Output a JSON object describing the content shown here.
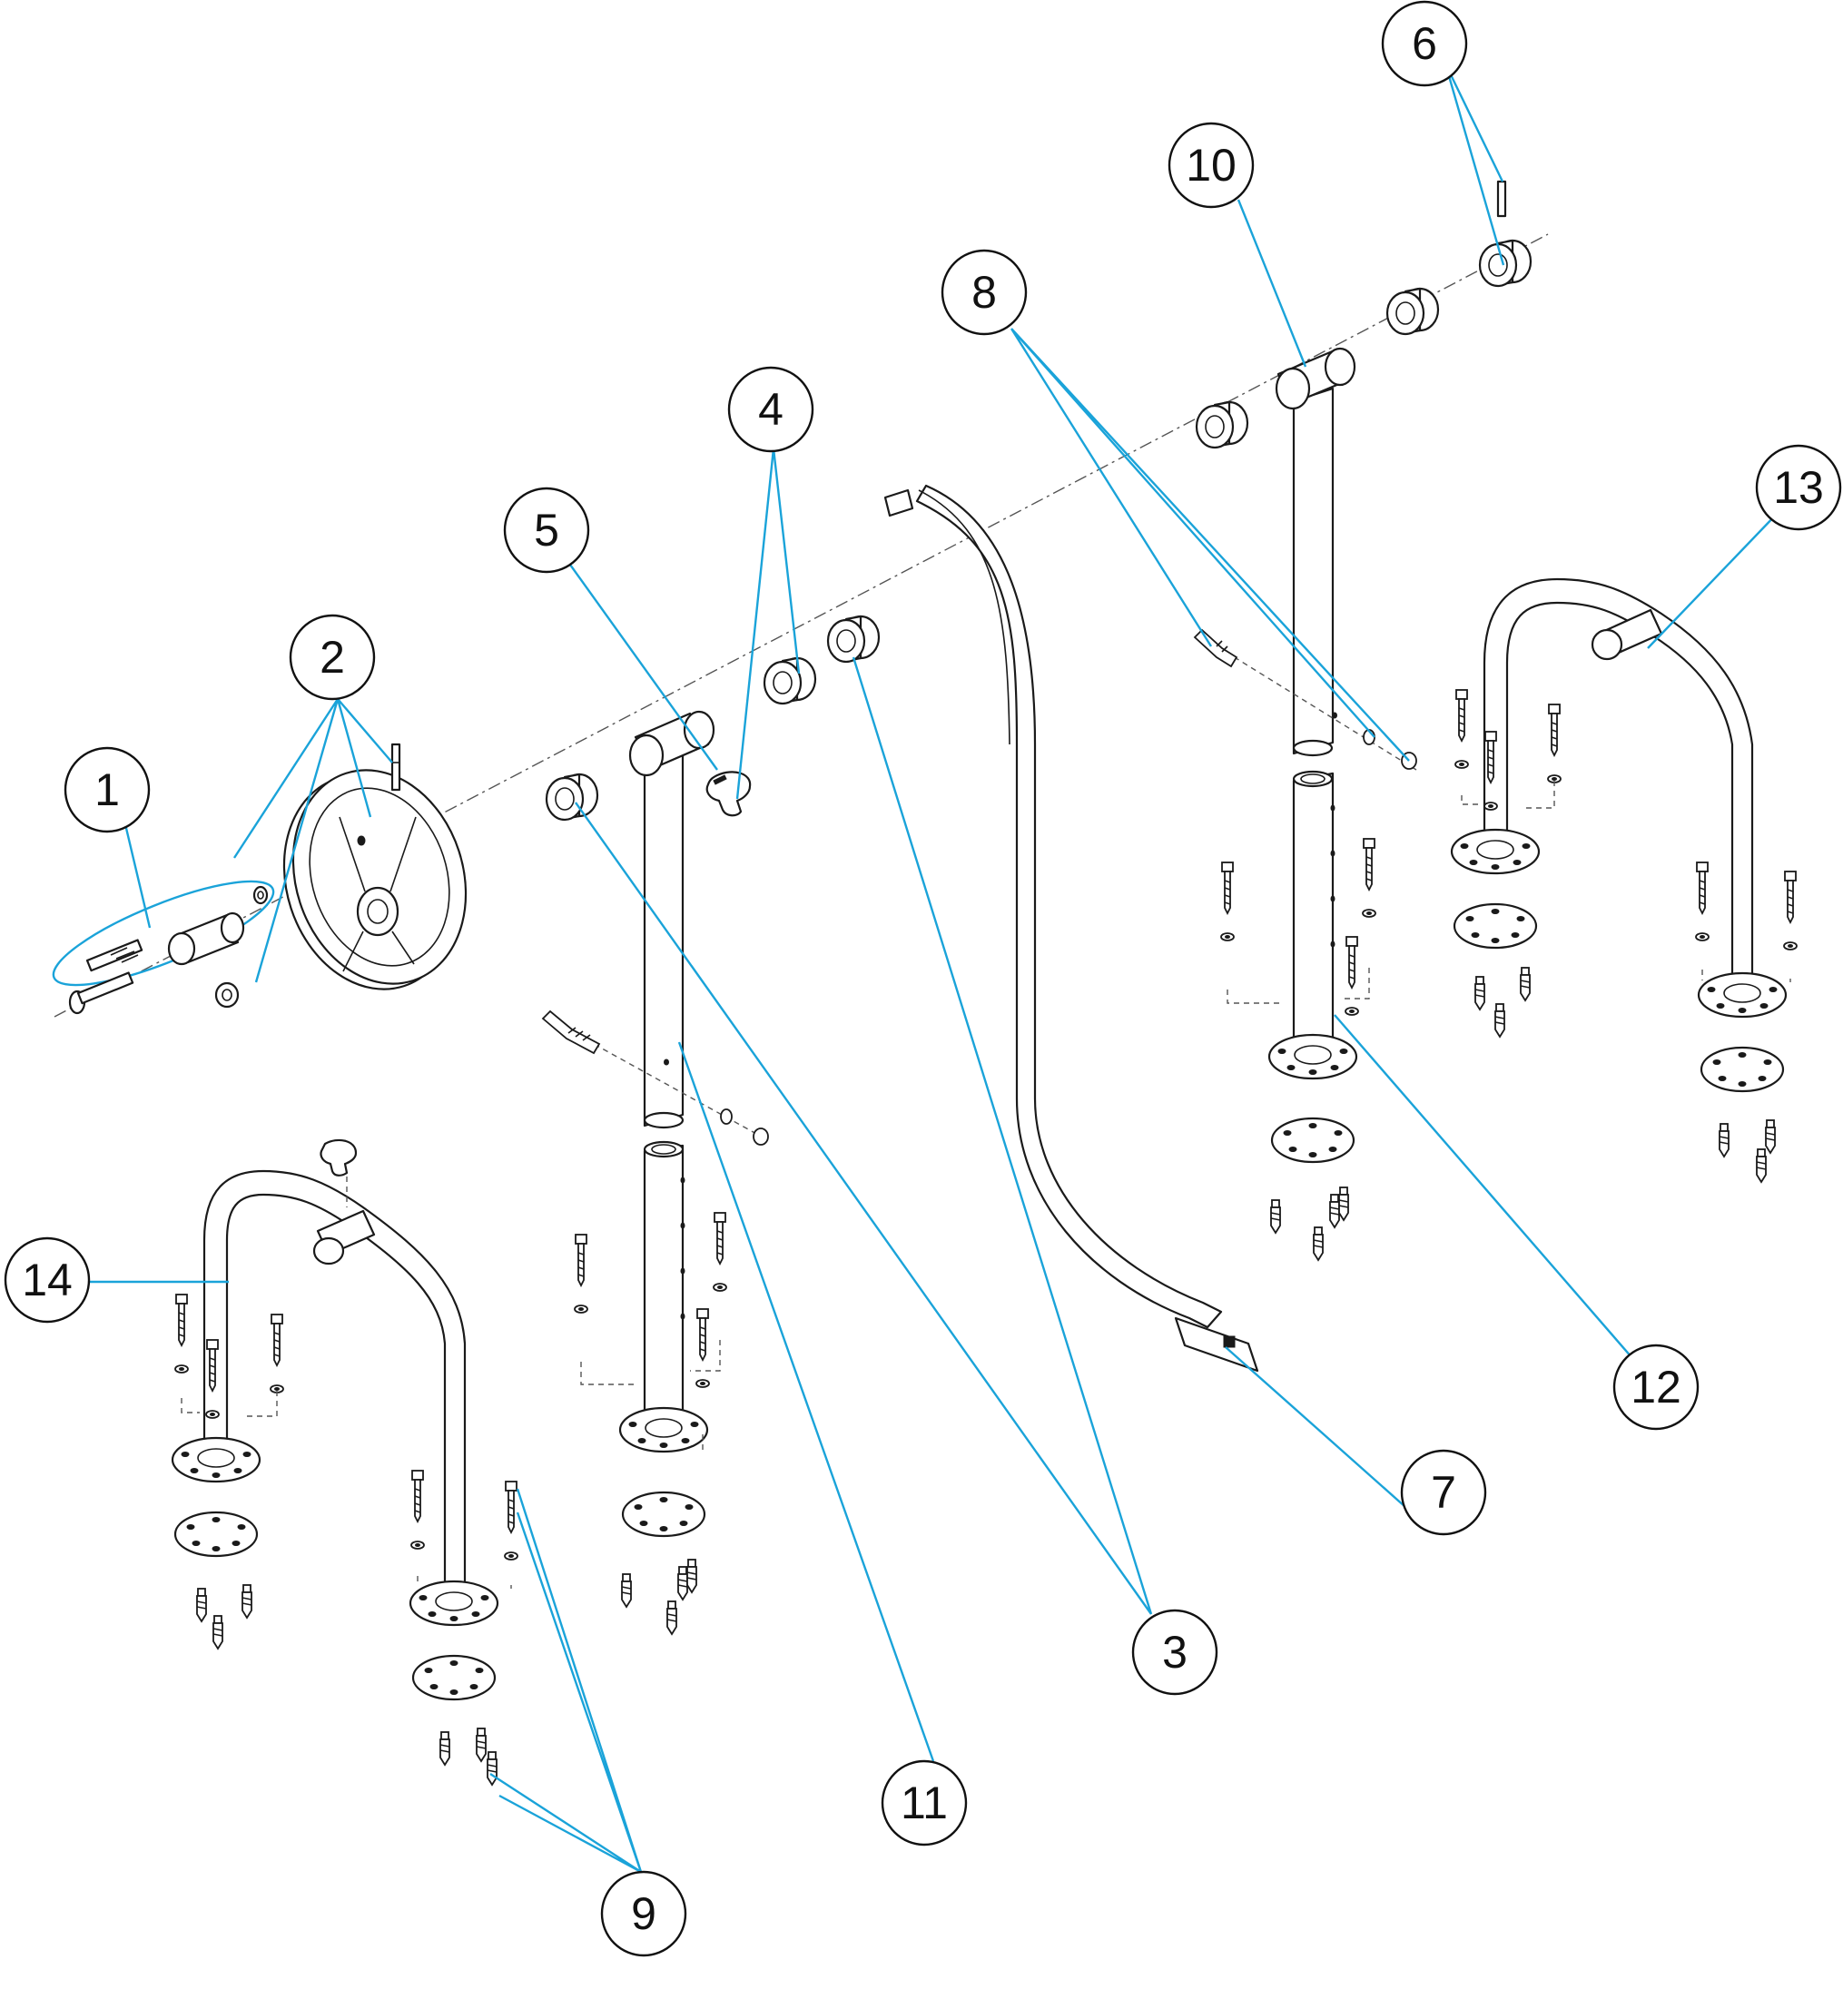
{
  "diagram": {
    "type": "exploded-parts-view",
    "leader_color": "#1aa3d9",
    "callouts": [
      {
        "id": "c1",
        "label": "1"
      },
      {
        "id": "c2",
        "label": "2"
      },
      {
        "id": "c3",
        "label": "3"
      },
      {
        "id": "c4",
        "label": "4"
      },
      {
        "id": "c5",
        "label": "5"
      },
      {
        "id": "c6",
        "label": "6"
      },
      {
        "id": "c7",
        "label": "7"
      },
      {
        "id": "c8",
        "label": "8"
      },
      {
        "id": "c9",
        "label": "9"
      },
      {
        "id": "c10",
        "label": "10"
      },
      {
        "id": "c11",
        "label": "11"
      },
      {
        "id": "c12",
        "label": "12"
      },
      {
        "id": "c13",
        "label": "13"
      },
      {
        "id": "c14",
        "label": "14"
      }
    ]
  }
}
